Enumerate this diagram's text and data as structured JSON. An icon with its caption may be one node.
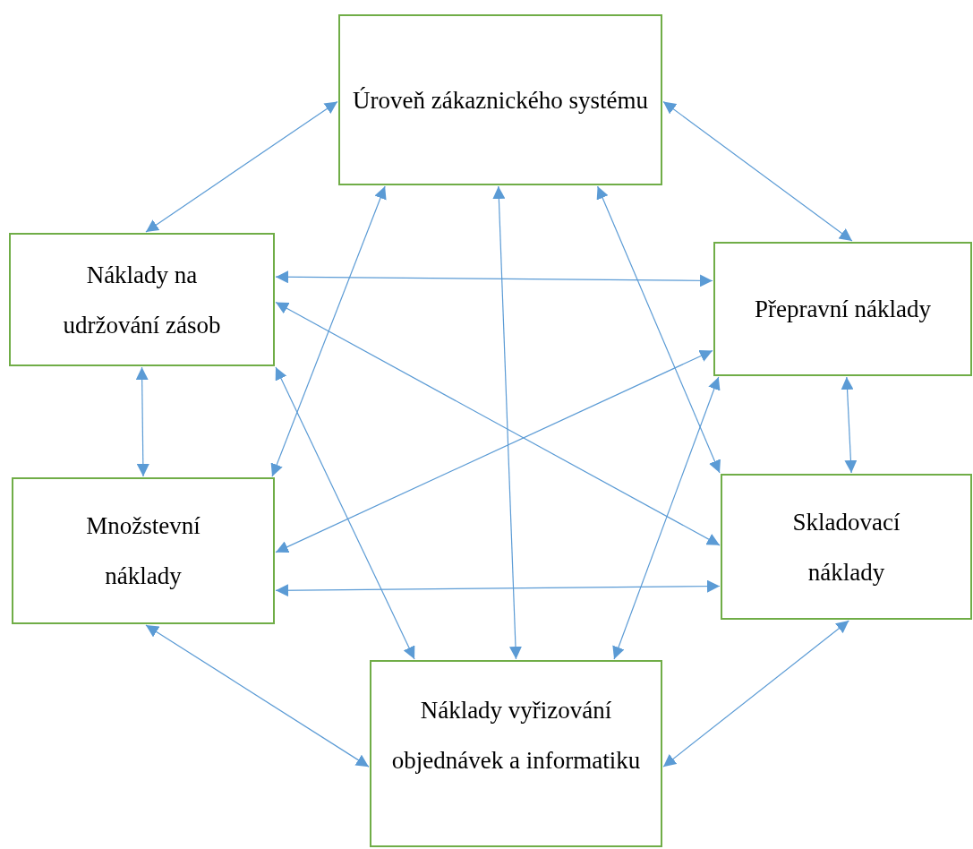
{
  "diagram": {
    "nodes": [
      {
        "text": [
          "Úroveň zákaznického systému"
        ]
      },
      {
        "text": [
          "Náklady na udržování zásob"
        ]
      },
      {
        "text": [
          "Přepravní náklady"
        ]
      },
      {
        "text": [
          "Množstevní náklady"
        ]
      },
      {
        "text": [
          "Skladovací náklady"
        ]
      },
      {
        "text": [
          "Náklady vyřizování objednávek a informatiku"
        ]
      }
    ],
    "edges": [
      {
        "from": 0,
        "to": 1,
        "arrow": "both"
      },
      {
        "from": 0,
        "to": 2,
        "arrow": "both"
      },
      {
        "from": 0,
        "to": 3,
        "arrow": "both"
      },
      {
        "from": 0,
        "to": 5,
        "arrow": "both"
      },
      {
        "from": 0,
        "to": 4,
        "arrow": "both"
      },
      {
        "from": 1,
        "to": 2,
        "arrow": "both"
      },
      {
        "from": 1,
        "to": 4,
        "arrow": "both"
      },
      {
        "from": 1,
        "to": 5,
        "arrow": "both"
      },
      {
        "from": 1,
        "to": 3,
        "arrow": "both"
      },
      {
        "from": 2,
        "to": 3,
        "arrow": "both"
      },
      {
        "from": 2,
        "to": 5,
        "arrow": "both"
      },
      {
        "from": 2,
        "to": 4,
        "arrow": "both"
      },
      {
        "from": 3,
        "to": 4,
        "arrow": "both"
      },
      {
        "from": 3,
        "to": 5,
        "arrow": "both"
      },
      {
        "from": 4,
        "to": 5,
        "arrow": "both"
      }
    ]
  }
}
